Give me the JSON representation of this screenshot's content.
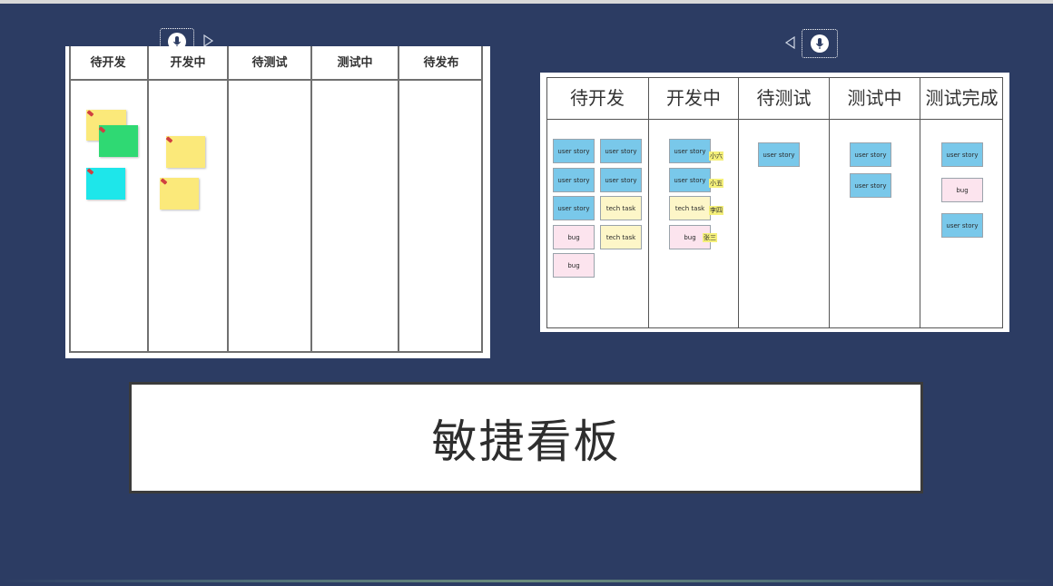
{
  "board_left": {
    "columns": [
      "待开发",
      "开发中",
      "待测试",
      "测试中",
      "待发布"
    ]
  },
  "board_right": {
    "columns": [
      "待开发",
      "开发中",
      "待测试",
      "测试中",
      "测试完成"
    ],
    "cards": {
      "c1": "user story",
      "c2": "user story",
      "c3": "user story",
      "c4": "user story",
      "c5": "user story",
      "c6": "tech task",
      "c7": "bug",
      "c8": "tech task",
      "c9": "bug",
      "c10": "user story",
      "c11": "user story",
      "c12": "tech task",
      "c13": "bug",
      "c14": "user story",
      "c15": "user story",
      "c16": "user story",
      "c17": "user story",
      "c18": "bug",
      "c19": "user story"
    },
    "tags": {
      "t1": "小六",
      "t2": "小五",
      "t3": "李四",
      "t4": "张三"
    }
  },
  "title": "敏捷看板",
  "colors": {
    "background": "#2c3c63",
    "sticky_yellow": "#fbe97a",
    "sticky_green": "#2fd973",
    "sticky_cyan": "#1ee6ea",
    "card_story": "#79c8ea",
    "card_tech": "#fdf6c8",
    "card_bug": "#fce4ee"
  },
  "icons": [
    "microphone-icon",
    "play-triangle-icon",
    "back-triangle-icon"
  ]
}
